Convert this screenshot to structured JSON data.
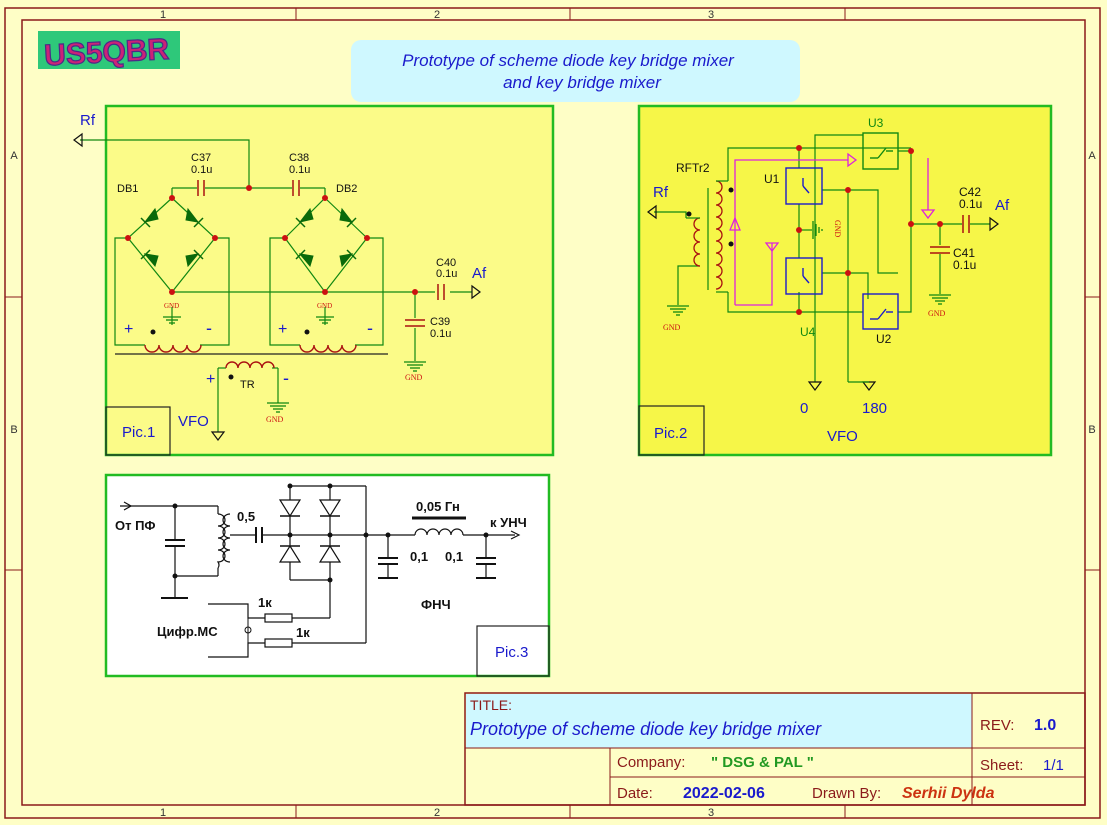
{
  "frame": {
    "col_labels": [
      "1",
      "2",
      "3"
    ],
    "row_labels": [
      "A",
      "B"
    ]
  },
  "logo": {
    "text": "US5QBR"
  },
  "header": {
    "line1": "Prototype of scheme diode key bridge mixer",
    "line2": "and key bridge mixer"
  },
  "pic1": {
    "caption": "Pic.1",
    "labels": {
      "rf": "Rf",
      "af": "Af",
      "vfo": "VFO",
      "c37": "C37",
      "c37_val": "0.1u",
      "c38": "C38",
      "c38_val": "0.1u",
      "c40": "C40",
      "c40_val": "0.1u",
      "c39": "C39",
      "c39_val": "0.1u",
      "db1": "DB1",
      "db2": "DB2",
      "tr": "TR",
      "gnd": "GND",
      "plus": "+",
      "minus": "-"
    }
  },
  "pic2": {
    "caption": "Pic.2",
    "labels": {
      "rf": "Rf",
      "af": "Af",
      "rftr2": "RFTr2",
      "u1": "U1",
      "u2": "U2",
      "u3": "U3",
      "u4": "U4",
      "c42": "C42",
      "c42_val": "0.1u",
      "c41": "C41",
      "c41_val": "0.1u",
      "gnd": "GND",
      "vfo": "VFO",
      "ph0": "0",
      "ph180": "180"
    }
  },
  "pic3": {
    "caption": "Pic.3",
    "labels": {
      "from_pf": "От ПФ",
      "cap05": "0,5",
      "ind": "0,05 Гн",
      "to_unch": "к УНЧ",
      "c01a": "0,1",
      "c01b": "0,1",
      "fnch": "ФНЧ",
      "r1": "1к",
      "r2": "1к",
      "digital": "Цифр.МС"
    }
  },
  "title_block": {
    "title_label": "TITLE:",
    "title": "Prototype of scheme diode key bridge mixer",
    "rev_label": "REV:",
    "rev": "1.0",
    "company_label": "Company:",
    "company": "\" DSG & PAL \"",
    "sheet_label": "Sheet:",
    "sheet": "1/1",
    "date_label": "Date:",
    "date": "2022-02-06",
    "drawn_label": "Drawn By:",
    "drawn": "Serhii Dylda"
  },
  "colors": {
    "frame": "#8b1a1a",
    "panel_border": "#22bb22",
    "panel1_bg": "#fbfb88",
    "panel2_bg": "#f6f648",
    "wire": "#118811",
    "comp": "#aa1111",
    "text_blue": "#1a1acc",
    "magenta": "#dd22dd",
    "header_bg": "#cff8ff"
  }
}
